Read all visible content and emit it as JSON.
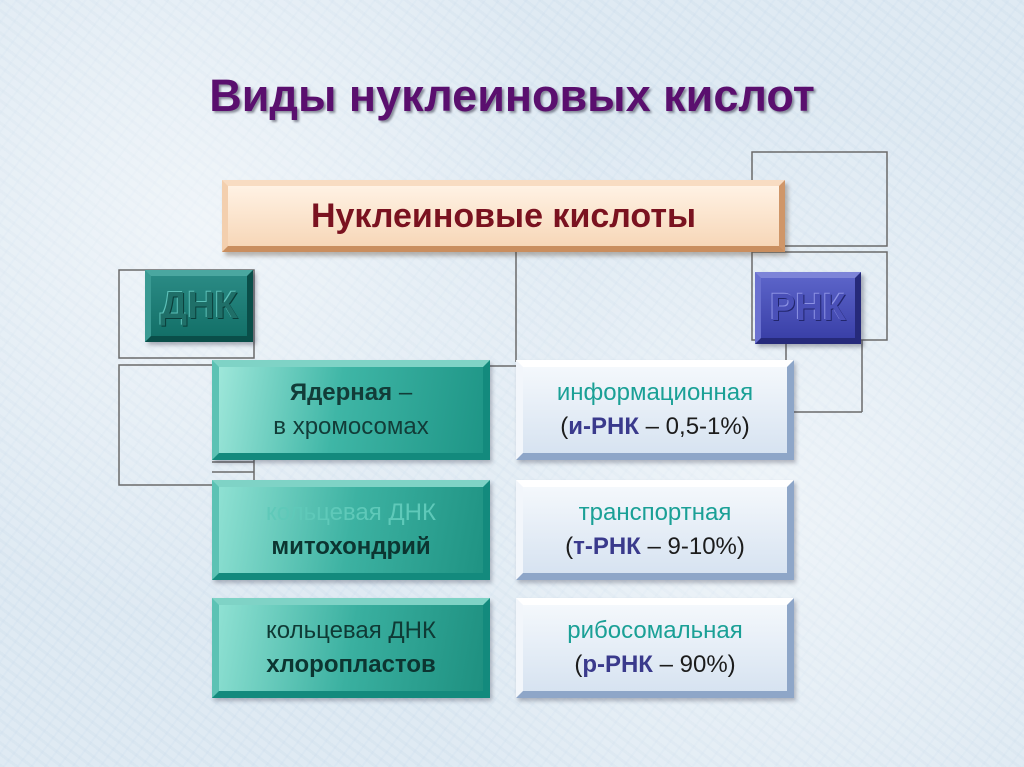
{
  "title": "Виды нуклеиновых кислот",
  "root": "Нуклеиновые кислоты",
  "dna": {
    "label": "ДНК",
    "items": [
      {
        "line1_bold": "Ядерная",
        "line1_rest": " –",
        "line2": "в хромосомах"
      },
      {
        "line1": "кольцевая ДНК",
        "line2_bold": "митохондрий"
      },
      {
        "line1": "кольцевая ДНК",
        "line2_bold": "хлоропластов"
      }
    ]
  },
  "rna": {
    "label": "РНК",
    "items": [
      {
        "line1": "информационная",
        "open": "(",
        "abbr": "и-РНК",
        "rest": " – 0,5-1%)"
      },
      {
        "line1": "транспортная",
        "open": "(",
        "abbr": "т-РНК",
        "rest": " – 9-10%)"
      },
      {
        "line1": "рибосомальная",
        "open": "(",
        "abbr": "р-РНК",
        "rest": " – 90%)"
      }
    ]
  },
  "colors": {
    "title": "#5a0f6e",
    "root_text": "#7a1220",
    "dna_accent": "#1e9586",
    "rna_accent": "#4a50b8"
  }
}
